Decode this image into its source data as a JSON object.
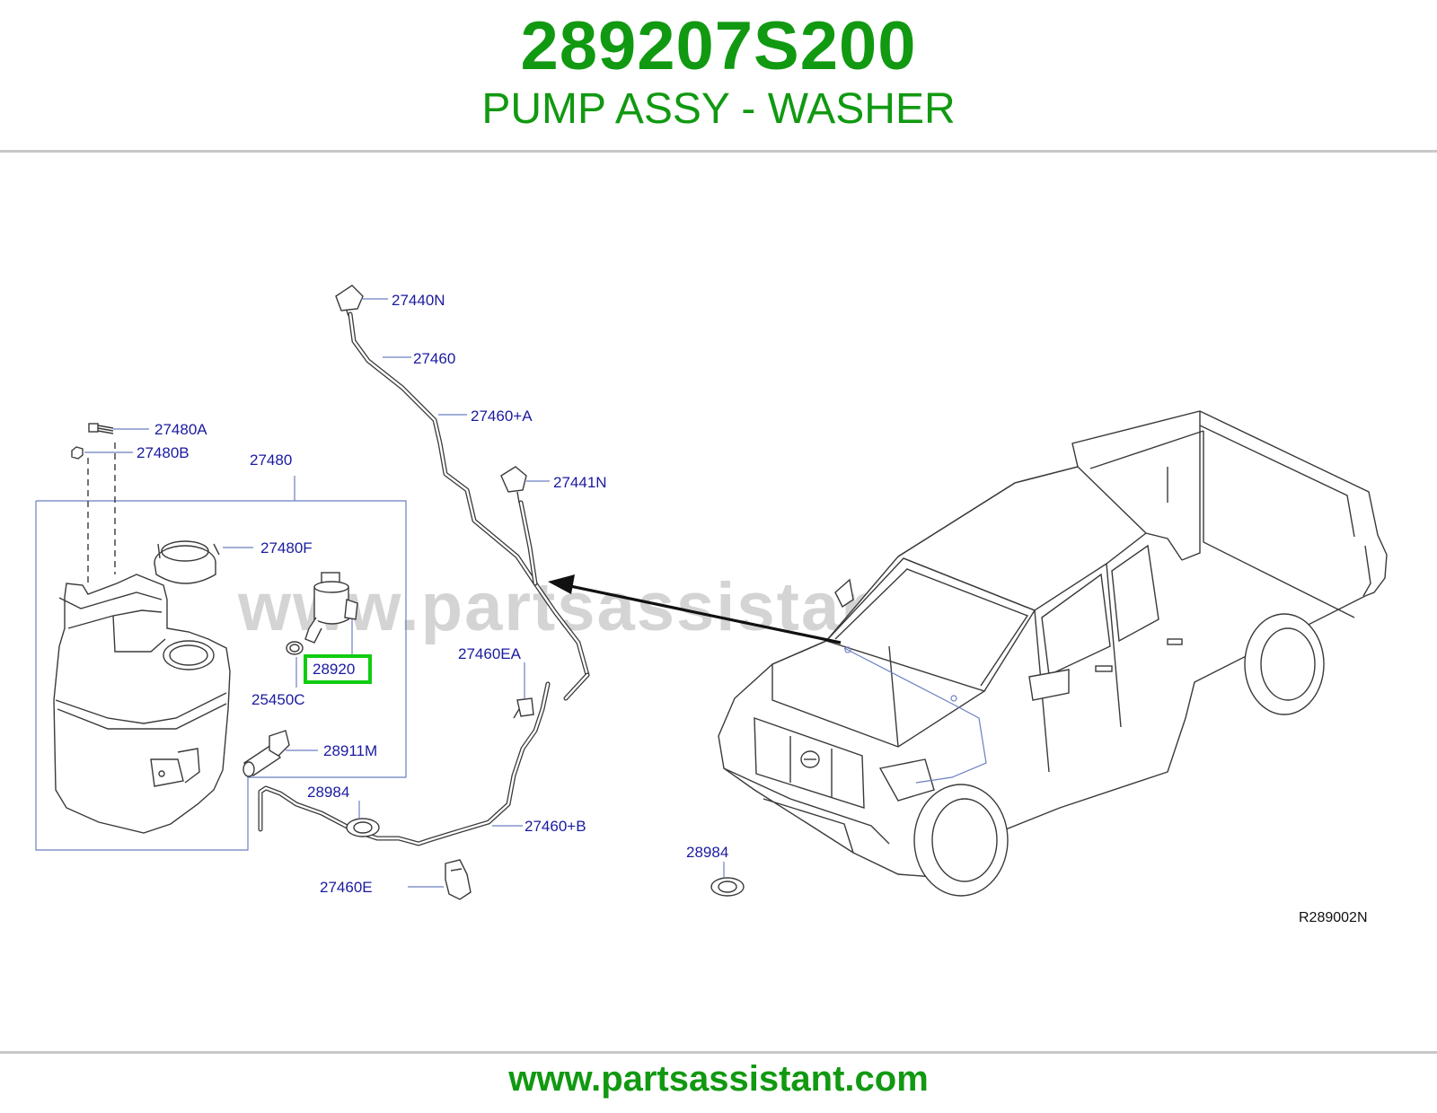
{
  "header": {
    "part_number": "289207S200",
    "part_description": "PUMP ASSY - WASHER"
  },
  "footer": {
    "url": "www.partsassistant.com"
  },
  "diagram": {
    "watermark": "www.partsassistant.com",
    "diagram_code": "R289002N",
    "highlight_color": "#11cc11",
    "title_color": "#119911",
    "labels": {
      "nozzle_right": "27440N",
      "hose_upper": "27460",
      "hose_a": "27460+A",
      "nozzle_left": "27441N",
      "bolt": "27480A",
      "nut": "27480B",
      "tank_assy": "27480",
      "cap": "27480F",
      "pump": "28920",
      "seal": "25450C",
      "level_sensor": "28911M",
      "clip_ea": "27460EA",
      "grommet_left": "28984",
      "hose_b": "27460+B",
      "clip_e": "27460E",
      "grommet_right": "28984"
    }
  }
}
